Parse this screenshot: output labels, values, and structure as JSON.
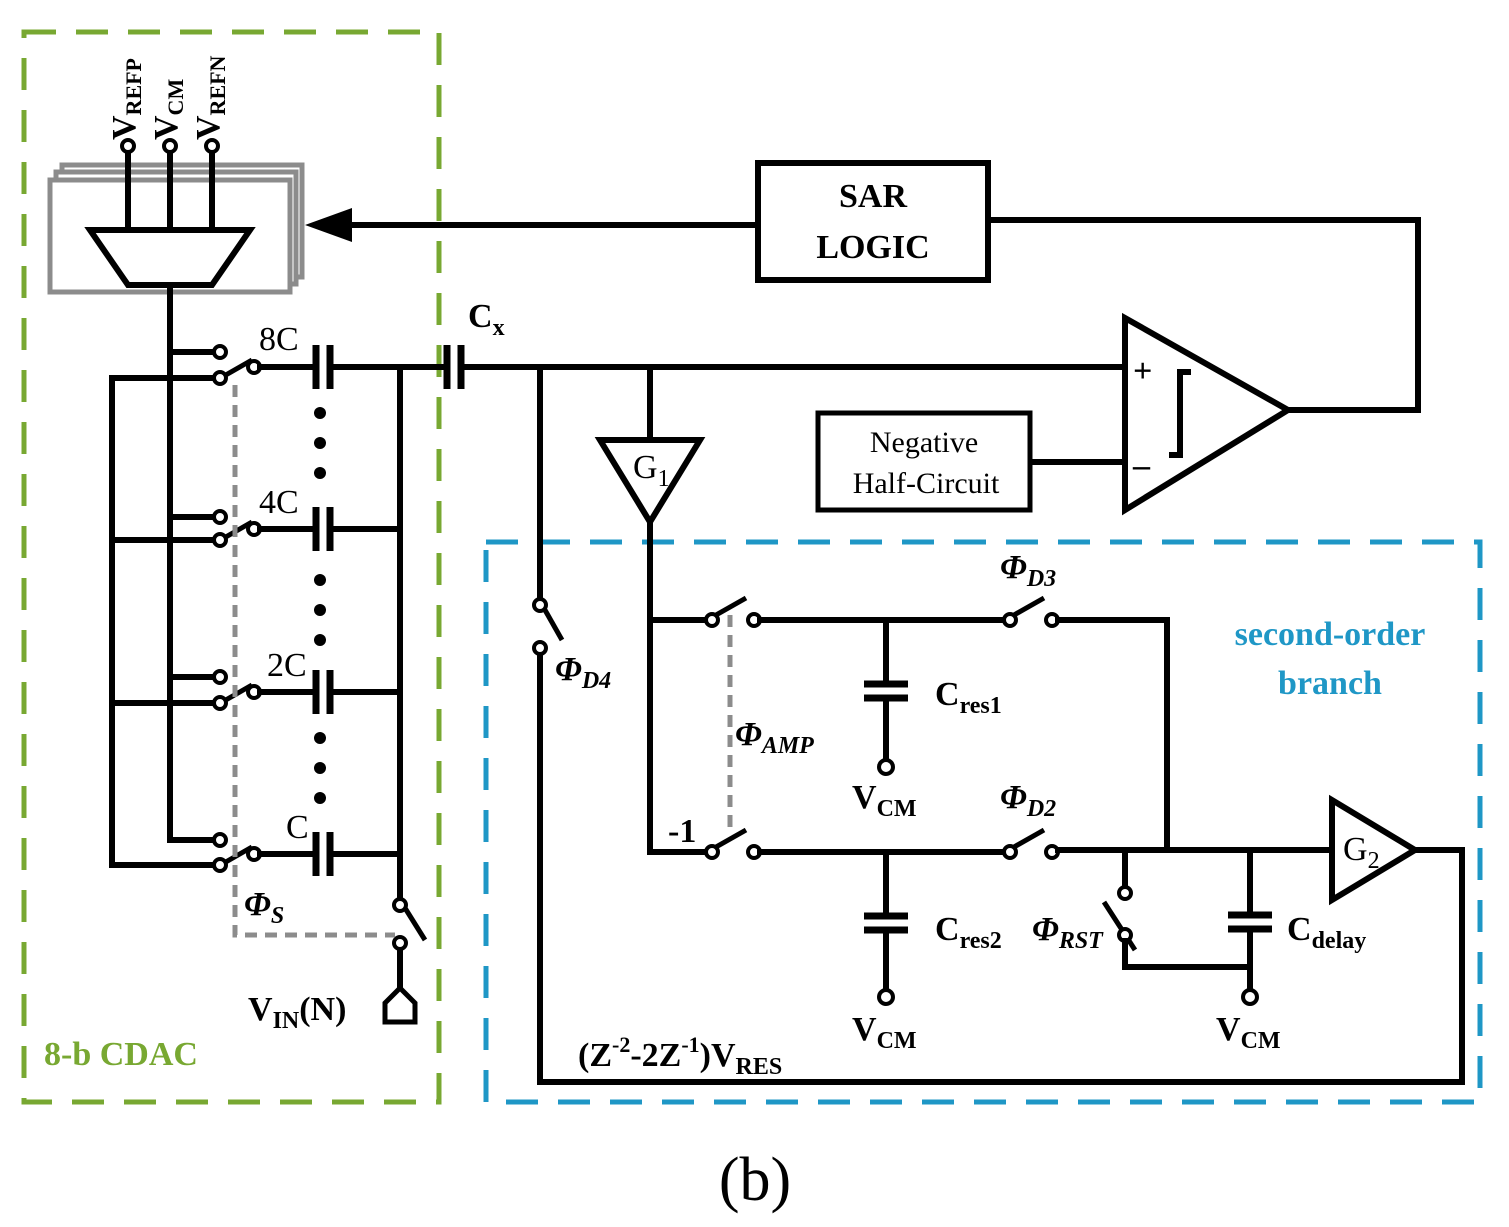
{
  "figure": {
    "caption": "(b)"
  },
  "blocks": {
    "cdac_label": "8-b CDAC",
    "sar_logic_line1": "SAR",
    "sar_logic_line2": "LOGIC",
    "neg_half_line1": "Negative",
    "neg_half_line2": "Half-Circuit",
    "second_order_line1": "second-order",
    "second_order_line2": "branch",
    "g1": "G",
    "g1_sub": "1",
    "g2": "G",
    "g2_sub": "2",
    "comp_plus": "+",
    "comp_minus": "–"
  },
  "refs": {
    "v": "V",
    "refp_sub": "REFP",
    "cm_sub": "CM",
    "refn_sub": "REFN"
  },
  "caps": {
    "c8": "8C",
    "c4": "4C",
    "c2": "2C",
    "c1": "C",
    "cx": "C",
    "cx_sub": "x",
    "cres1": "C",
    "cres1_sub": "res1",
    "cres2": "C",
    "cres2_sub": "res2",
    "cdelay": "C",
    "cdelay_sub": "delay"
  },
  "switches": {
    "phi": "Φ",
    "phi_s_sub": "S",
    "phi_d4_sub": "D4",
    "phi_d3_sub": "D3",
    "phi_d2_sub": "D2",
    "phi_amp_sub": "AMP",
    "phi_rst_sub": "RST",
    "minus_one": "-1"
  },
  "nodes": {
    "vcm_v": "V",
    "vcm_sub": "CM",
    "vin_v": "V",
    "vin_sub": "IN",
    "vin_suffix": "(N)",
    "vres_open": "(Z",
    "vres_exp1": "-2",
    "vres_mid": "-2Z",
    "vres_exp2": "-1",
    "vres_close": ")V",
    "vres_sub": "RES"
  },
  "colors": {
    "cdac_border": "#78a832",
    "second_order_border": "#1f97c6",
    "mux_gray": "#8c8c8c",
    "wire": "#000000"
  }
}
